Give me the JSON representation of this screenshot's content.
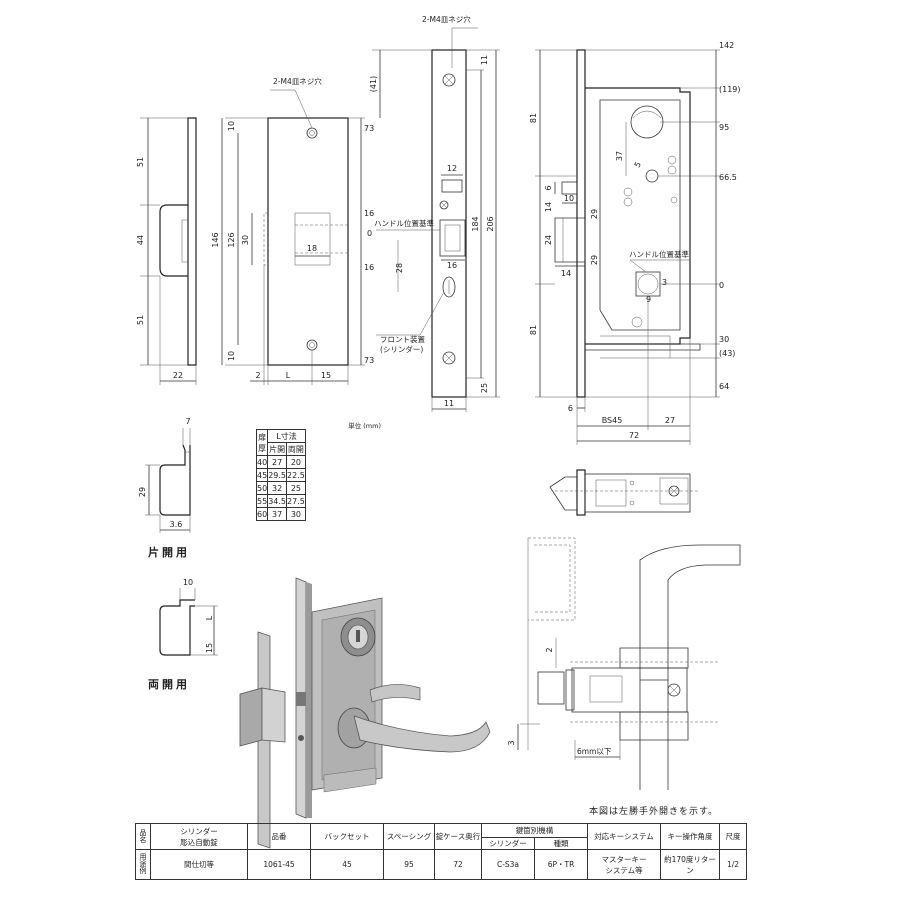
{
  "labels": {
    "screw_holes_top": "2-M4皿ネジ穴",
    "screw_holes_left": "2-M4皿ネジ穴",
    "handle_ref_front": "ハンドル位置基準",
    "handle_ref_side": "ハンドル位置基準",
    "front_device": "フロント装置",
    "front_device_sub": "(シリンダー)",
    "single_use": "片開用",
    "double_use": "両開用",
    "limit": "6mm以下"
  },
  "dims": {
    "strike_side": [
      "51",
      "44",
      "51",
      "22"
    ],
    "strike_front": [
      "10",
      "146",
      "126",
      "30",
      "10",
      "2",
      "L",
      "15",
      "73",
      "16",
      "0",
      "16",
      "18",
      "73"
    ],
    "front_plate": [
      "(41)",
      "11",
      "12",
      "184",
      "206",
      "28",
      "16",
      "11",
      "25"
    ],
    "side_view": [
      "142",
      "(119)",
      "95",
      "66.5",
      "0",
      "30",
      "(43)",
      "64",
      "81",
      "37",
      "6",
      "14",
      "24",
      "10",
      "29",
      "29",
      "14",
      "81",
      "6",
      "BS45",
      "27",
      "72",
      "3",
      "9",
      "5"
    ],
    "strike_box": [
      "7",
      "29",
      "3.6"
    ],
    "double_box": [
      "10",
      "L",
      "15"
    ],
    "install": [
      "2",
      "3"
    ]
  },
  "l_table": {
    "unit": "単位 (mm)",
    "header_door": "扉厚",
    "header_l": "L寸法",
    "header_single": "片開",
    "header_double": "両開",
    "rows": [
      {
        "t": "40",
        "single": "27",
        "double": "20"
      },
      {
        "t": "45",
        "single": "29.5",
        "double": "22.5"
      },
      {
        "t": "50",
        "single": "32",
        "double": "25"
      },
      {
        "t": "55",
        "single": "34.5",
        "double": "27.5"
      },
      {
        "t": "60",
        "single": "37",
        "double": "30"
      }
    ]
  },
  "note": "本図は左勝手外開きを示す。",
  "spec": {
    "h_name": "品名",
    "h_type1": "シリンダー",
    "h_type2": "彫込自動錠",
    "h_no": "品番",
    "h_backset": "バックセット",
    "h_spacing": "スペーシング",
    "h_depth": "錠ケース奥行",
    "h_key": "鍵箇別機構",
    "h_cyl": "シリンダー",
    "h_kind": "種類",
    "h_sys": "対応キーシステム",
    "h_angle": "キー操作角度",
    "h_scale": "尺度",
    "h_use": "用途例",
    "v_use": "間仕切等",
    "v_no": "1061-45",
    "v_backset": "45",
    "v_spacing": "95",
    "v_depth": "72",
    "v_cyl": "C-S3a",
    "v_kind": "6P・TR",
    "v_sys1": "マスターキー",
    "v_sys2": "システム等",
    "v_angle": "約170度リターン",
    "v_scale": "1/2"
  }
}
